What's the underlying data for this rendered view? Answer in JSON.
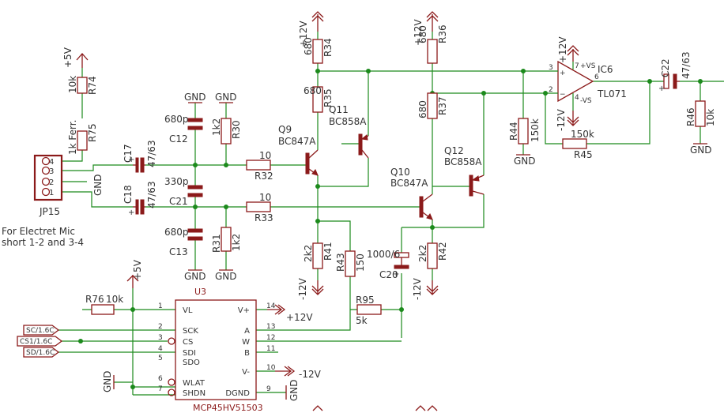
{
  "supplies": {
    "p5v_a": "+5V",
    "p5v_b": "+5V",
    "p12v_a": "+12V",
    "p12v_b": "+12V",
    "p12v_c": "+12V",
    "p12v_d": "+12V",
    "m12v_a": "-12V",
    "m12v_b": "-12V",
    "m12v_c": "-12V",
    "m12v_d": "-12V",
    "gnd": "GND"
  },
  "parts": {
    "r74": {
      "ref": "R74",
      "val": "10k"
    },
    "r75": {
      "ref": "R75",
      "val": "1k Ferr."
    },
    "c17": {
      "ref": "C17",
      "val": "47/63"
    },
    "c18": {
      "ref": "C18",
      "val": "47/63"
    },
    "c12": {
      "ref": "C12",
      "val": "680p"
    },
    "c21": {
      "ref": "C21",
      "val": "330p"
    },
    "c13": {
      "ref": "C13",
      "val": "680p"
    },
    "r30": {
      "ref": "R30",
      "val": "1k2"
    },
    "r31": {
      "ref": "R31",
      "val": "1k2"
    },
    "r32": {
      "ref": "R32",
      "val": "10"
    },
    "r33": {
      "ref": "R33",
      "val": "10"
    },
    "r34": {
      "ref": "R34",
      "val": "680"
    },
    "r35": {
      "ref": "R35",
      "val": "680"
    },
    "r36": {
      "ref": "R36",
      "val": "680"
    },
    "r37": {
      "ref": "R37",
      "val": "680"
    },
    "r41": {
      "ref": "R41",
      "val": "2k2"
    },
    "r42": {
      "ref": "R42",
      "val": "2k2"
    },
    "r43": {
      "ref": "R43",
      "val": "150"
    },
    "r44": {
      "ref": "R44",
      "val": "150k"
    },
    "r45": {
      "ref": "R45",
      "val": "150k"
    },
    "r46": {
      "ref": "R46",
      "val": "10k"
    },
    "r76": {
      "ref": "R76",
      "val": "10k"
    },
    "r95": {
      "ref": "R95",
      "val": "5k"
    },
    "c20": {
      "ref": "C20",
      "val": "1000/6"
    },
    "c22": {
      "ref": "C22",
      "val": "47/63"
    },
    "q9": {
      "ref": "Q9",
      "val": "BC847A"
    },
    "q10": {
      "ref": "Q10",
      "val": "BC847A"
    },
    "q11": {
      "ref": "Q11",
      "val": "BC858A"
    },
    "q12": {
      "ref": "Q12",
      "val": "BC858A"
    },
    "ic6": {
      "ref": "IC6",
      "val": "TL071",
      "vs_pos": "+VS",
      "vs_neg": "-VS",
      "pin_p": "3",
      "pin_n": "2",
      "pin7": "7",
      "pin4": "4",
      "pin6": "6"
    },
    "jp15": {
      "ref": "JP15",
      "pins": [
        "4",
        "3",
        "2",
        "1"
      ],
      "gnd": "GND"
    },
    "u3": {
      "ref": "U3",
      "val": "MCP45HV51503",
      "left_pins": [
        {
          "num": "1",
          "name": "VL"
        },
        {
          "num": "2",
          "name": "SCK"
        },
        {
          "num": "3",
          "name": "CS"
        },
        {
          "num": "4",
          "name": "SDI"
        },
        {
          "num": "5",
          "name": "SDO"
        },
        {
          "num": "6",
          "name": "WLAT"
        },
        {
          "num": "7",
          "name": "SHDN"
        }
      ],
      "right_pins": [
        {
          "num": "14",
          "name": "V+"
        },
        {
          "num": "13",
          "name": "A"
        },
        {
          "num": "12",
          "name": "W"
        },
        {
          "num": "11",
          "name": "B"
        },
        {
          "num": "10",
          "name": "V-"
        },
        {
          "num": "9",
          "name": "DGND"
        }
      ]
    }
  },
  "net_labels": {
    "sc": "SC/1.6C",
    "cs1": "CS1/1.6C",
    "sd": "SD/1.6C"
  },
  "notes": {
    "line1": "For Electret Mic",
    "line2": "short 1-2 and 3-4"
  }
}
